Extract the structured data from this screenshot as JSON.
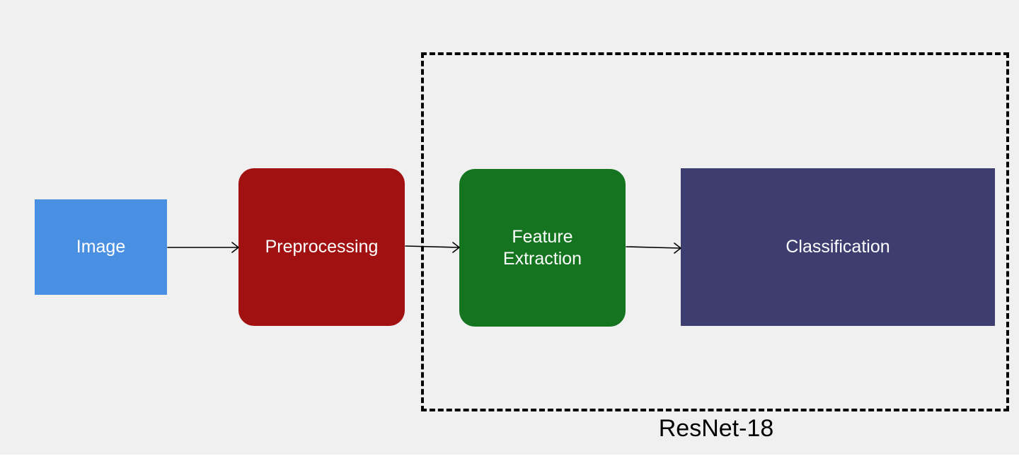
{
  "diagram": {
    "nodes": [
      {
        "id": "image",
        "label": "Image",
        "color": "#4a90e2"
      },
      {
        "id": "preprocessing",
        "label": "Preprocessing",
        "color": "#a11111"
      },
      {
        "id": "feature_extraction",
        "label_line1": "Feature",
        "label_line2": "Extraction",
        "color": "#14741f"
      },
      {
        "id": "classification",
        "label": "Classification",
        "color": "#3d3d70"
      }
    ],
    "group": {
      "label": "ResNet-18",
      "border": "dashed"
    },
    "edges": [
      {
        "from": "image",
        "to": "preprocessing"
      },
      {
        "from": "preprocessing",
        "to": "feature_extraction"
      },
      {
        "from": "feature_extraction",
        "to": "classification"
      }
    ]
  }
}
